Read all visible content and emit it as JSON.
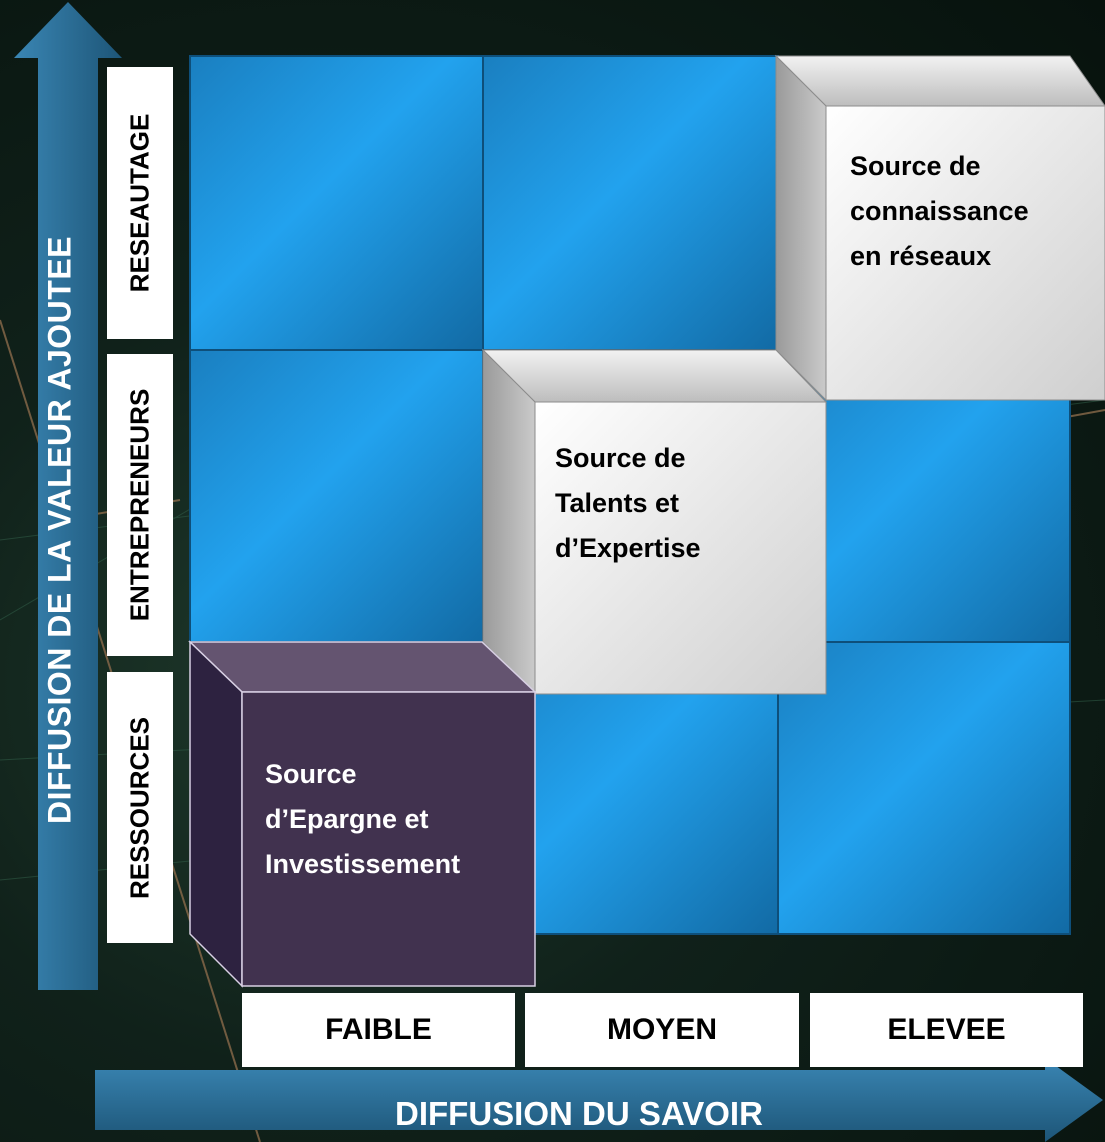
{
  "y_axis": {
    "label": "DIFFUSION DE LA VALEUR AJOUTEE"
  },
  "x_axis": {
    "label": "DIFFUSION DU SAVOIR"
  },
  "rows": [
    "RESEAUTAGE",
    "ENTREPRENEURS",
    "RESSOURCES"
  ],
  "columns": [
    "FAIBLE",
    "MOYEN",
    "ELEVEE"
  ],
  "cubes": [
    {
      "lines": [
        "Source",
        "d’Epargne et",
        "Investissement"
      ],
      "color": "#41324f",
      "text_color": "#ffffff"
    },
    {
      "lines": [
        "Source de",
        "Talents et",
        "d’Expertise"
      ],
      "color": "#e4e4e4",
      "text_color": "#000000"
    },
    {
      "lines": [
        "Source de",
        "connaissance",
        "en réseaux"
      ],
      "color": "#e4e4e4",
      "text_color": "#000000"
    }
  ],
  "colors": {
    "grid_blue": "#1f95d8",
    "arrow_blue": "#2a6e96"
  }
}
